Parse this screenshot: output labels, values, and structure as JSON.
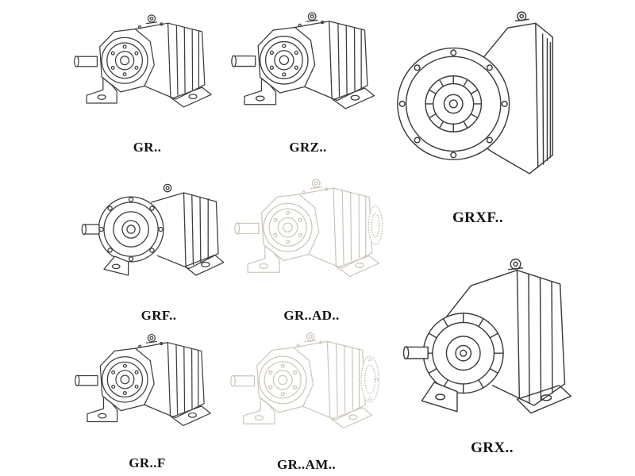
{
  "page": {
    "background": "#ffffff",
    "line_color": "#3d3d3d",
    "ghost_line_color": "#c7c0b2"
  },
  "catalog": {
    "items": [
      {
        "id": "gr",
        "label": "GR..",
        "style": "solid"
      },
      {
        "id": "grz",
        "label": "GRZ..",
        "style": "solid"
      },
      {
        "id": "grxf",
        "label": "GRXF..",
        "style": "solid"
      },
      {
        "id": "grf",
        "label": "GRF..",
        "style": "solid"
      },
      {
        "id": "gr-ad",
        "label": "GR..AD..",
        "style": "ghost"
      },
      {
        "id": "gr-f",
        "label": "GR..F",
        "style": "solid"
      },
      {
        "id": "gr-am",
        "label": "GR..AM..",
        "style": "ghost"
      },
      {
        "id": "grx",
        "label": "GRX..",
        "style": "solid"
      }
    ]
  }
}
